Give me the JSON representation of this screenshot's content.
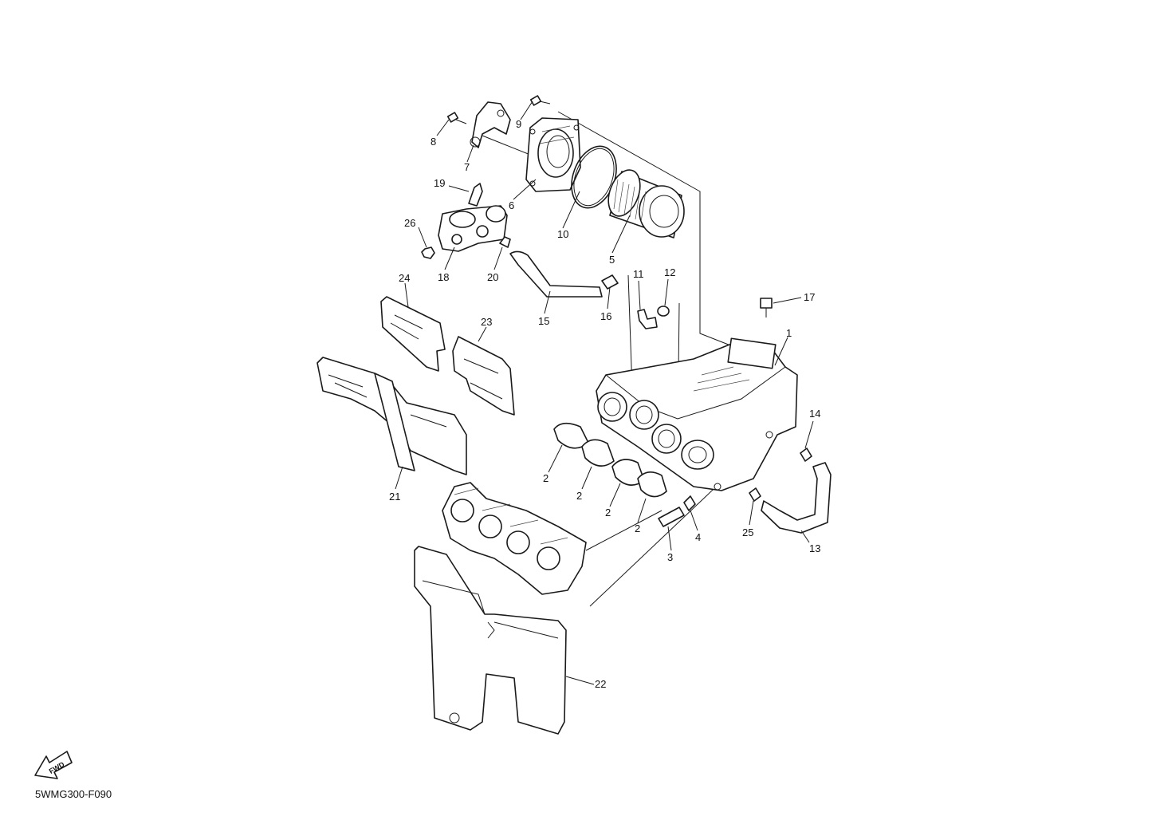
{
  "figure_code": "5WMG300-F090",
  "fwd_label": "FWD",
  "callouts": {
    "c1": "1",
    "c2a": "2",
    "c2b": "2",
    "c2c": "2",
    "c2d": "2",
    "c3": "3",
    "c4": "4",
    "c5": "5",
    "c6": "6",
    "c7": "7",
    "c8": "8",
    "c9": "9",
    "c10": "10",
    "c11": "11",
    "c12": "12",
    "c13": "13",
    "c14": "14",
    "c15": "15",
    "c16": "16",
    "c17": "17",
    "c18": "18",
    "c19": "19",
    "c20": "20",
    "c21": "21",
    "c22": "22",
    "c23": "23",
    "c24": "24",
    "c25": "25",
    "c26": "26"
  }
}
